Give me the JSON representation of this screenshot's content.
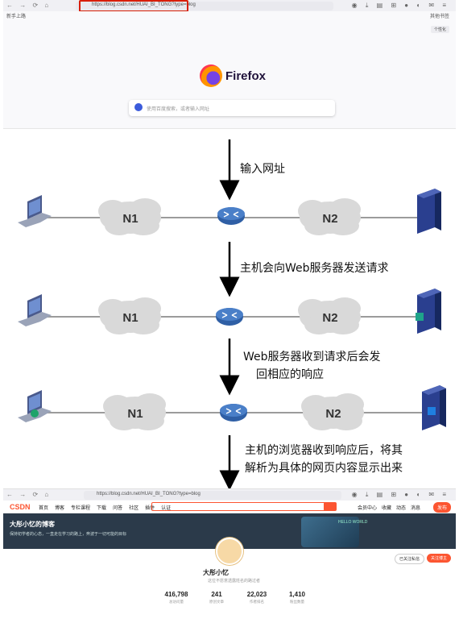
{
  "top_browser": {
    "url": "https://blog.csdn.net/HUAI_BI_TONG?type=blog",
    "bookmark_left": "新手上路",
    "bookmark_right": "其他书签",
    "customize": "个性化",
    "brand": "Firefox",
    "search_placeholder": "使用百度搜索，或者输入网址"
  },
  "diagram": {
    "steps": [
      {
        "text": "输入网址"
      },
      {
        "text": "主机会向Web服务器发送请求"
      },
      {
        "line1": "Web服务器收到请求后会发",
        "line2": "回相应的响应"
      },
      {
        "line1": "主机的浏览器收到响应后，将其",
        "line2": "解析为具体的网页内容显示出来"
      }
    ],
    "network_labels": [
      "N1",
      "N2"
    ],
    "colors": {
      "line": "#9b9b9b",
      "cloud": "#d9d9d9",
      "server": "#2a3f8f",
      "router": "#2f5fa5",
      "arrow": "#000000"
    }
  },
  "bottom_browser": {
    "url": "https://blog.csdn.net/HUAI_BI_TONG?type=blog",
    "logo": "CSDN",
    "nav_links": [
      "首页",
      "博客",
      "专栏课程",
      "下载",
      "问答",
      "社区",
      "插件",
      "认证"
    ],
    "nav_right": [
      "会员中心",
      "收藏",
      "动态",
      "消息"
    ],
    "publish": "发布",
    "banner_title": "大彤小忆的博客",
    "banner_subtitle": "保持初学者的心态，一直走在学习的路上，奔波于一切可能的目标",
    "banner_art_text": "HELLO WORLD",
    "profile": {
      "name": "大彤小忆",
      "subtitle": "这位不愿意透露姓名的路过者",
      "msg_button": "已关注私信",
      "follow_button": "关注博主",
      "stats": [
        {
          "value": "416,798",
          "label": "总访问量"
        },
        {
          "value": "241",
          "label": "原创文章"
        },
        {
          "value": "22,023",
          "label": "作者排名"
        },
        {
          "value": "1,410",
          "label": "粉丝数量"
        }
      ]
    }
  }
}
